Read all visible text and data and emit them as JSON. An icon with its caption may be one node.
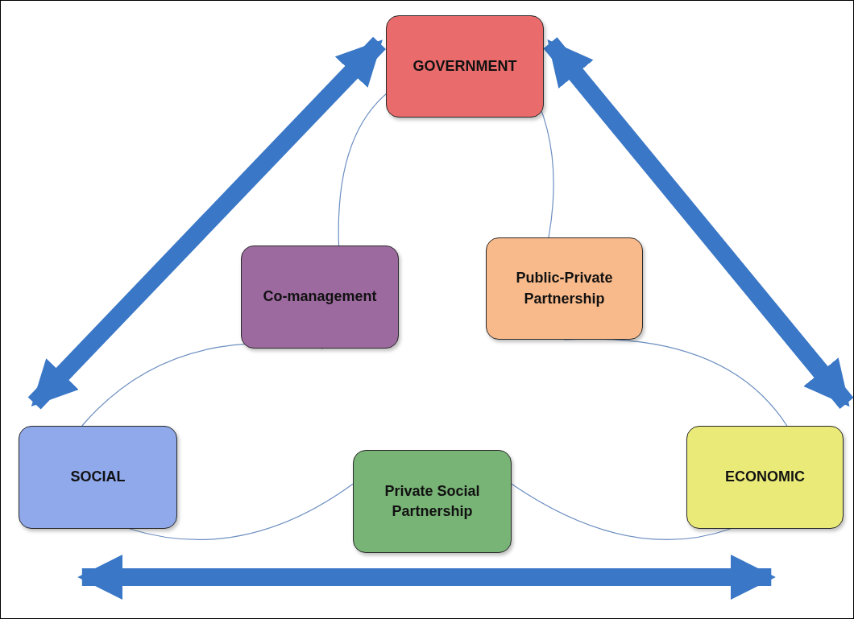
{
  "diagram": {
    "nodes": [
      {
        "text": [
          "GOVERNMENT"
        ]
      },
      {
        "text": [
          "Co-management"
        ]
      },
      {
        "text": [
          "Public-Private Partnership"
        ]
      },
      {
        "text": [
          "SOCIAL"
        ]
      },
      {
        "text": [
          "Private Social Partnership"
        ]
      },
      {
        "text": [
          "ECONOMIC"
        ]
      }
    ],
    "edges": [
      {
        "from": 0,
        "to": 3,
        "arrow": "both",
        "style": "thick",
        "color": "#3a77c6"
      },
      {
        "from": 0,
        "to": 5,
        "arrow": "both",
        "style": "thick",
        "color": "#3a77c6"
      },
      {
        "from": 3,
        "to": 5,
        "arrow": "both",
        "style": "thick",
        "color": "#3a77c6"
      },
      {
        "from": 0,
        "to": 1,
        "arrow": "none"
      },
      {
        "from": 0,
        "to": 2,
        "arrow": "none"
      },
      {
        "from": 1,
        "to": 3,
        "arrow": "none"
      },
      {
        "from": 2,
        "to": 5,
        "arrow": "none"
      },
      {
        "from": 3,
        "to": 4,
        "arrow": "none"
      },
      {
        "from": 4,
        "to": 5,
        "arrow": "none"
      }
    ]
  }
}
